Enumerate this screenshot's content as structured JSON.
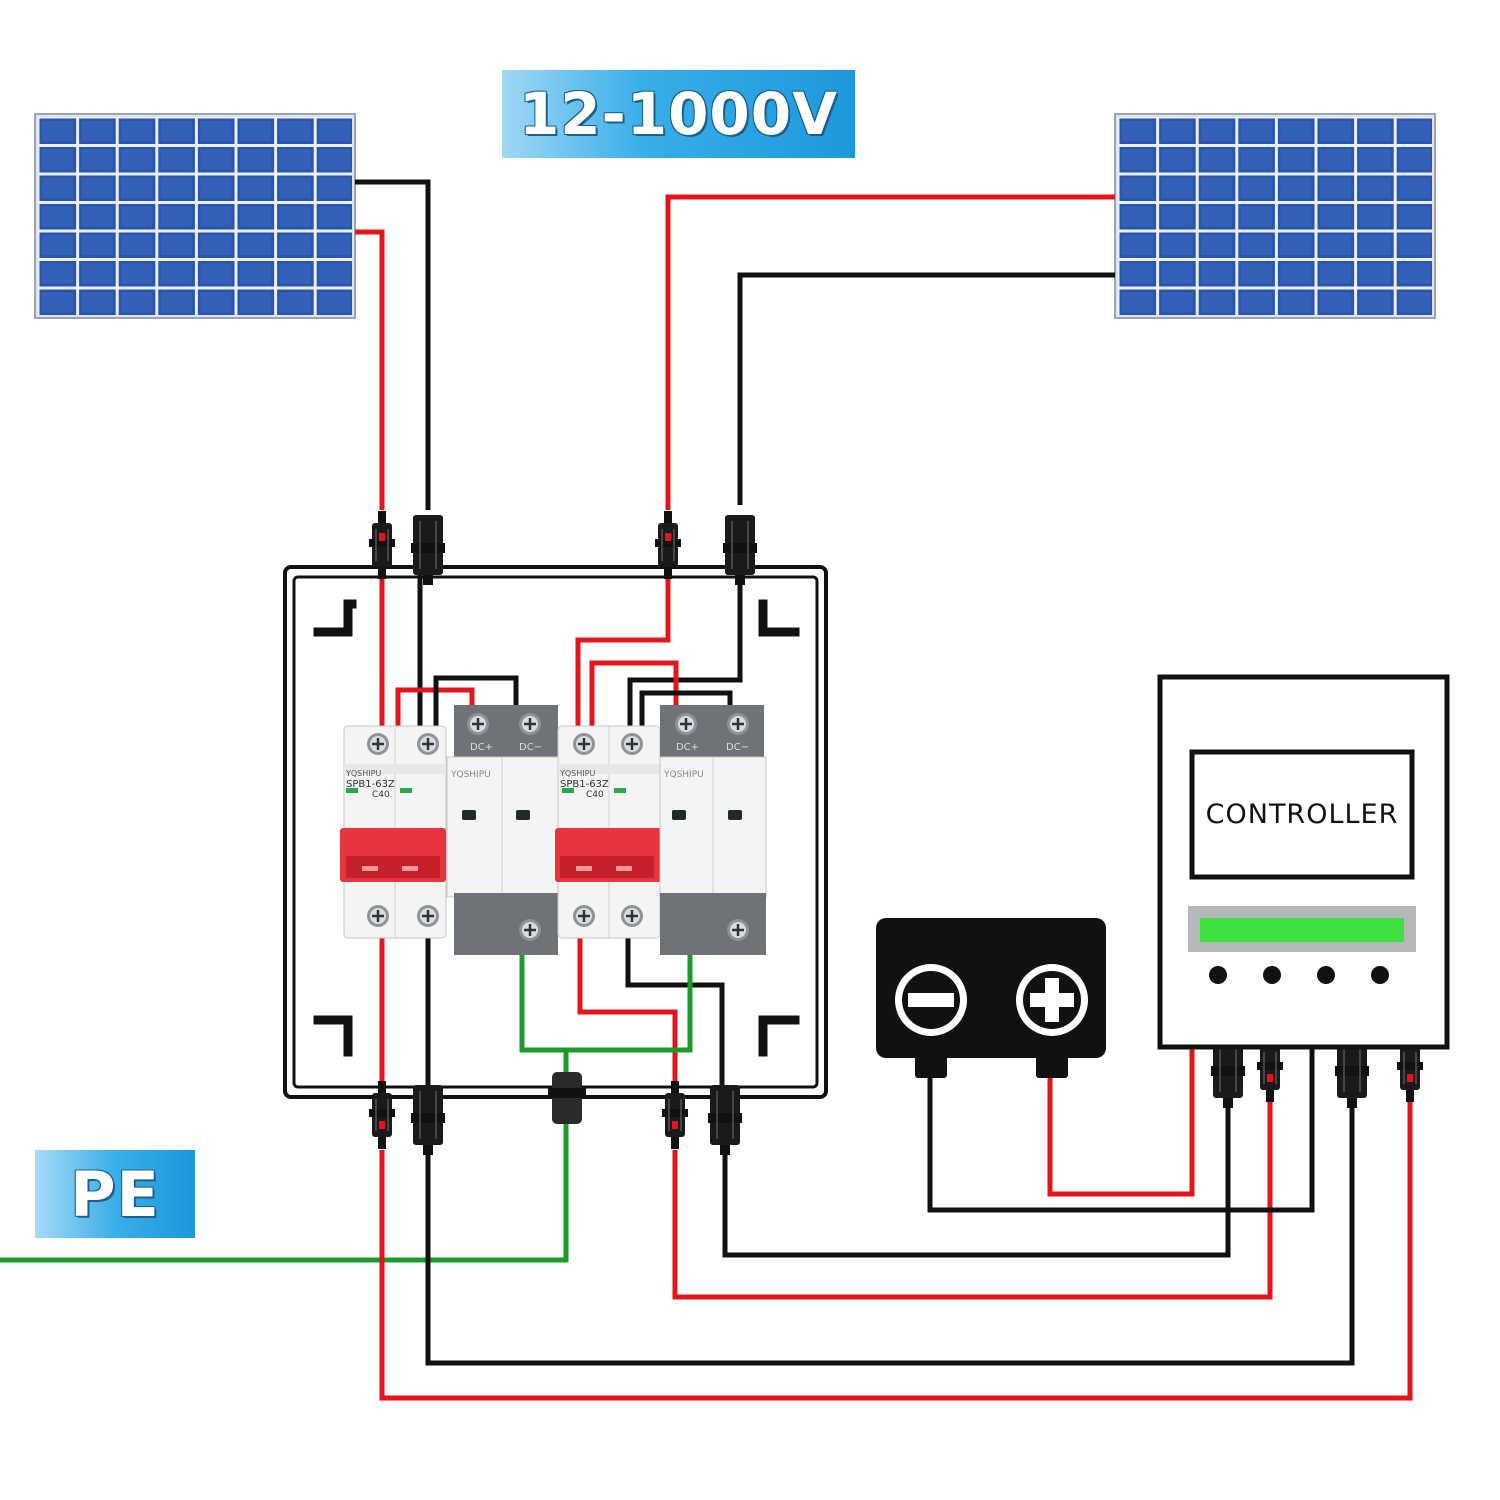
{
  "voltage_label": "12-1000V",
  "pe_label": "PE",
  "controller_label": "CONTROLLER",
  "breakers": [
    {
      "brand": "YQSHIPU",
      "model": "SPB1-63Z",
      "rating": "C40"
    },
    {
      "brand": "YQSHIPU",
      "model": "SPB1-63Z",
      "rating": "C40"
    }
  ],
  "surge_protectors": [
    {
      "brand": "YQSHIPU",
      "terminals": [
        "DC+",
        "DC−"
      ]
    },
    {
      "brand": "YQSHIPU",
      "terminals": [
        "DC+",
        "DC−"
      ]
    }
  ],
  "battery_terminals": [
    "−",
    "+"
  ],
  "colors": {
    "positive_wire": "#e3141b",
    "negative_wire": "#111111",
    "ground_wire": "#1e9a2a",
    "label_blue": "#2aa7e6",
    "breaker_red": "#e8343f",
    "spd_gray": "#6f7276",
    "display_green": "#3fe13f"
  },
  "icons": [
    "solar-panel-icon",
    "battery-icon",
    "mc4-connector-icon",
    "cable-gland-icon"
  ]
}
